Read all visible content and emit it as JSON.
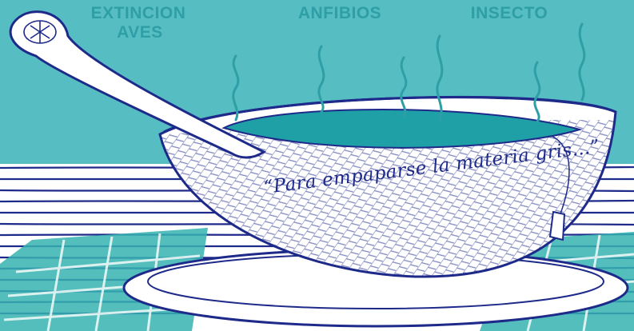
{
  "labels": {
    "extincion": "EXTINCION",
    "aves": "AVES",
    "anfibios": "ANFIBIOS",
    "insecto": "INSECTO"
  },
  "quote": "“Para empaparse la materia gris...”",
  "colors": {
    "background_teal": "#56bdc2",
    "label_teal": "#2e9fa6",
    "soup_teal": "#1fa0a6",
    "ink_blue": "#1e2a8a",
    "table_white": "#ffffff",
    "cloth_teal": "#36b3b0"
  }
}
